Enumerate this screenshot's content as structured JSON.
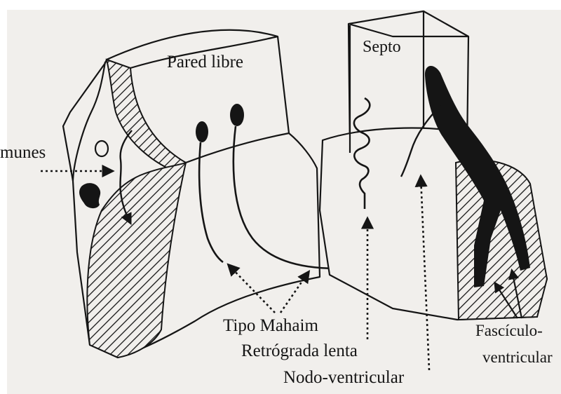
{
  "labels": {
    "pared_libre": "Pared libre",
    "septo": "Septo",
    "comunes": "munes",
    "tipo_mahaim": "Tipo Mahaim",
    "retrograda_lenta": "Retrógrada lenta",
    "nodo_ventricular": "Nodo-ventricular",
    "fasciculo_line1": "Fascículo-",
    "fasciculo_line2": "ventricular"
  },
  "colors": {
    "ink": "#151515",
    "paper": "#f1efec",
    "background": "#ffffff"
  }
}
